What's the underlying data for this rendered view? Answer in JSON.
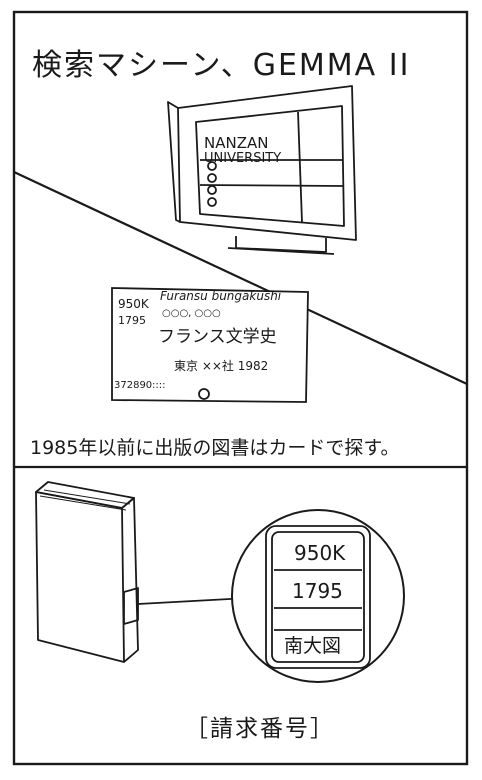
{
  "title": "検索マシーン、GEMMA II",
  "monitor": {
    "line1": "NANZAN",
    "line2": "UNIVERSITY"
  },
  "card": {
    "call_number_top": "950K",
    "call_number_bottom": "1795",
    "romanized_title": "Furansu bungakushi",
    "placeholder": "○○○, ○○○",
    "japanese_title": "フランス文学史",
    "publisher_line": "東京 ××社 1982",
    "record_number": "372890",
    "record_suffix": "::::"
  },
  "caption": "1985年以前に出版の図書はカードで探す。",
  "spine_label": {
    "top": "950K",
    "middle": "1795",
    "bottom": "南大図"
  },
  "bottom_caption": "［請求番号］"
}
